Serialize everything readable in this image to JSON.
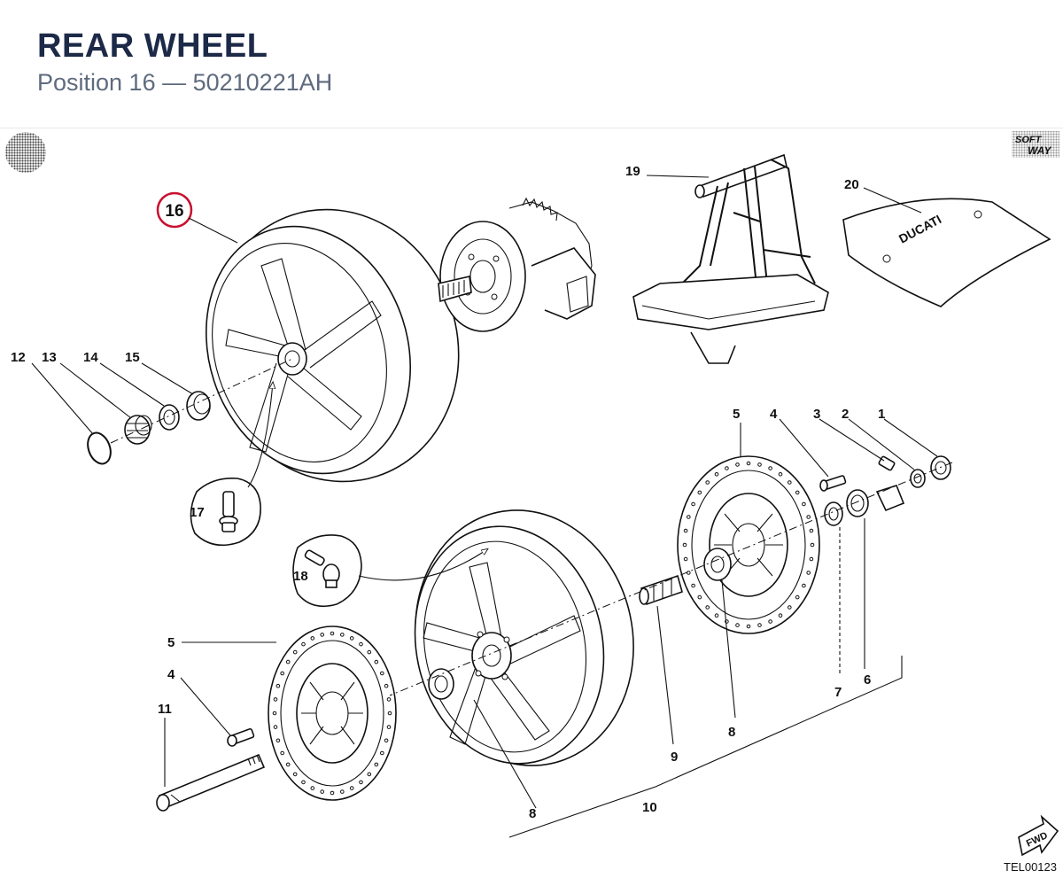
{
  "header": {
    "title": "REAR WHEEL",
    "subtitle": "Position 16 — 50210221AH"
  },
  "diagram": {
    "highlighted_position": "16",
    "highlight_color": "#c8102e",
    "drawing_code": "TEL00123",
    "brand_text": "DUCATI",
    "fwd_text": "FWD",
    "logo_text": [
      "SOFT",
      "WAY"
    ],
    "labels": {
      "p1": "1",
      "p2": "2",
      "p3": "3",
      "p4a": "4",
      "p4b": "4",
      "p5a": "5",
      "p5b": "5",
      "p6": "6",
      "p7": "7",
      "p8a": "8",
      "p8b": "8",
      "p9": "9",
      "p10": "10",
      "p11": "11",
      "p12": "12",
      "p13": "13",
      "p14": "14",
      "p15": "15",
      "p17": "17",
      "p18": "18",
      "p19": "19",
      "p20": "20"
    }
  }
}
